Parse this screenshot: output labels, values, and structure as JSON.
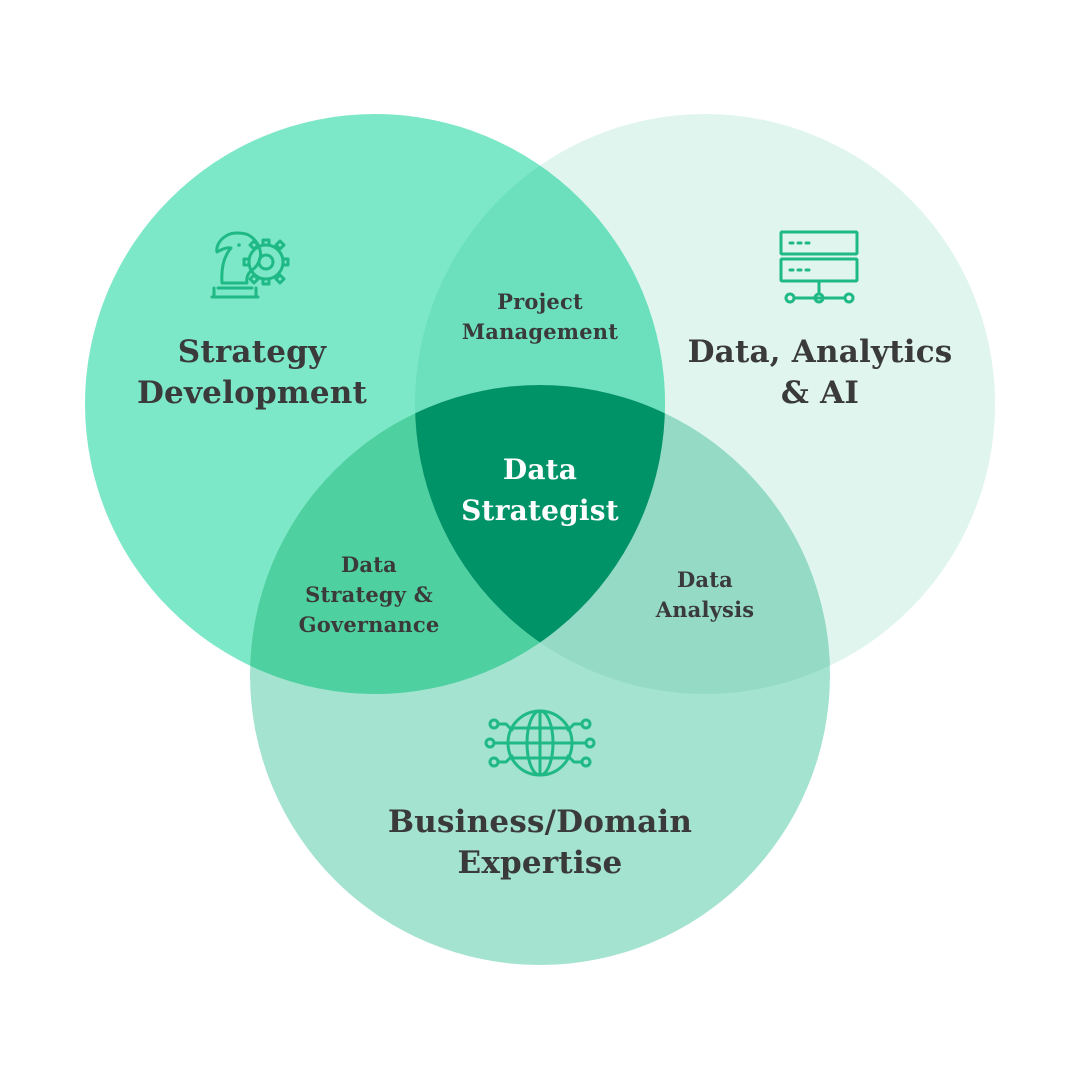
{
  "colors": {
    "strategy_circle": "#7de8c7",
    "analytics_circle": "#dff5ee",
    "business_circle": "#a4e3d0",
    "project_overlap": "#6ce0bd",
    "governance_overlap": "#4fd0a0",
    "analysis_overlap": "#94dac5",
    "center": "#009368",
    "icon_stroke": "#1fb985",
    "dark_text": "#3a3a3a",
    "center_text": "#ffffff"
  },
  "circles": {
    "strategy": {
      "line1": "Strategy",
      "line2": "Development",
      "icon": "chess-knight-gear-icon"
    },
    "analytics": {
      "line1": "Data, Analytics",
      "line2": "& AI",
      "icon": "server-network-icon"
    },
    "business": {
      "line1": "Business/Domain",
      "line2": "Expertise",
      "icon": "globe-network-icon"
    }
  },
  "overlaps": {
    "project": {
      "line1": "Project",
      "line2": "Management"
    },
    "governance": {
      "line1": "Data",
      "line2": "Strategy &",
      "line3": "Governance"
    },
    "analysis": {
      "line1": "Data",
      "line2": "Analysis"
    }
  },
  "center": {
    "line1": "Data",
    "line2": "Strategist"
  }
}
